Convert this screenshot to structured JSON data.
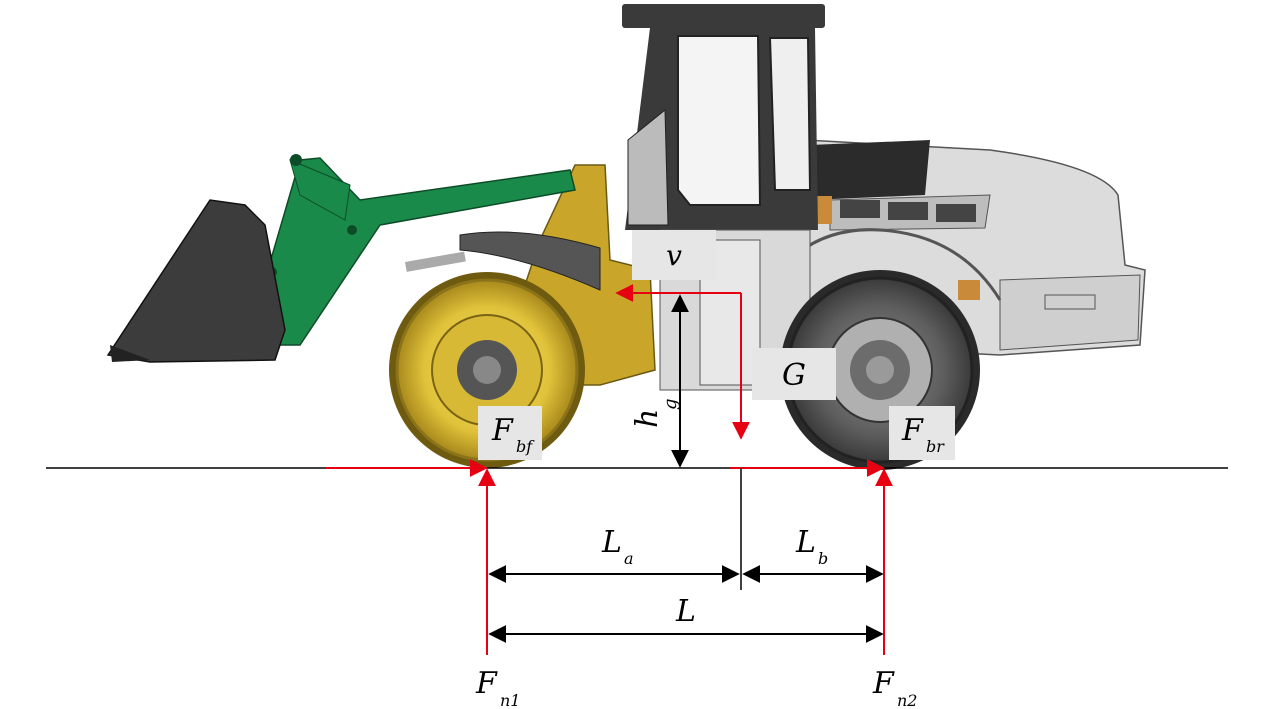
{
  "labels": {
    "velocity": "v",
    "gravity": "G",
    "cg_height": {
      "main": "h",
      "sub": "g"
    },
    "front_brake_force": {
      "main": "F",
      "sub": "bf"
    },
    "rear_brake_force": {
      "main": "F",
      "sub": "br"
    },
    "front_normal_force": {
      "main": "F",
      "sub": "n1"
    },
    "rear_normal_force": {
      "main": "F",
      "sub": "n2"
    },
    "front_distance": {
      "main": "L",
      "sub": "a"
    },
    "rear_distance": {
      "main": "L",
      "sub": "b"
    },
    "wheelbase": "L"
  },
  "colors": {
    "force_arrow": "#e60012",
    "dimension": "#000000",
    "arm": "#1a8a4a",
    "front_body": "#c9a62a",
    "tire_yellow": "#e3c53a",
    "body_gray": "#d9d9d9",
    "dark": "#333333"
  },
  "icons": {
    "vehicle": "wheel-loader-illustration"
  }
}
